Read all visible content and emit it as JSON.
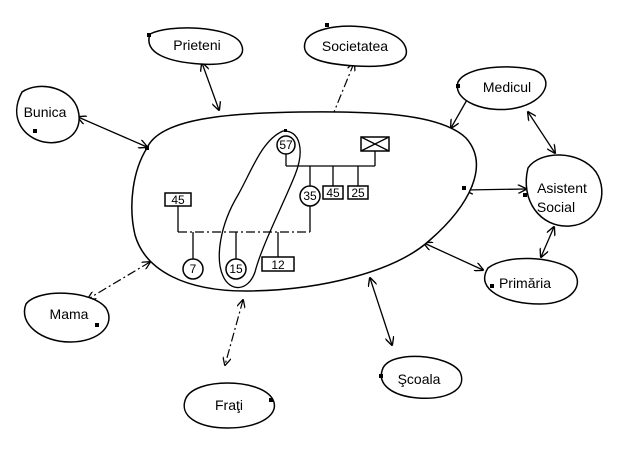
{
  "nodes": {
    "bunica": "Bunica",
    "prieteni": "Prieteni",
    "societatea": "Societatea",
    "medicul": "Medicul",
    "asistent_line1": "Asistent",
    "asistent_line2": "Social",
    "primaria": "Primăria",
    "scoala": "Şcoala",
    "frati": "Fraţi",
    "mama": "Mama"
  },
  "family": {
    "grandparent_age": "57",
    "father_age": "35",
    "sibling_age_1": "45",
    "sibling_age_2": "25",
    "mother_age": "45",
    "child_age_1": "7",
    "child_age_2": "15",
    "child_age_3": "12"
  }
}
